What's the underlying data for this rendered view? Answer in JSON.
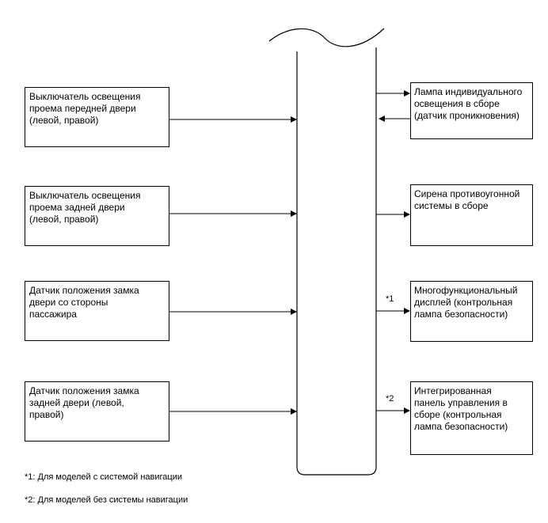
{
  "inputs": [
    {
      "lines": [
        "Выключатель освещения",
        "проема передней двери",
        "(левой, правой)"
      ]
    },
    {
      "lines": [
        "Выключатель освещения",
        "проема задней двери",
        "(левой, правой)"
      ]
    },
    {
      "lines": [
        "Датчик положения замка",
        "двери со стороны",
        "пассажира"
      ]
    },
    {
      "lines": [
        "Датчик положения замка",
        "задней двери (левой,",
        "правой)"
      ]
    }
  ],
  "outputs": [
    {
      "lines": [
        "Лампа индивидуального",
        "освещения в сборе",
        "(датчик проникновения)"
      ],
      "marker": ""
    },
    {
      "lines": [
        "Сирена противоугонной",
        "системы в сборе"
      ],
      "marker": ""
    },
    {
      "lines": [
        "Многофункциональный",
        "дисплей (контрольная",
        "лампа безопасности)"
      ],
      "marker": "*1"
    },
    {
      "lines": [
        "Интегрированная",
        "панель управления в",
        "сборе (контрольная",
        "лампа безопасности)"
      ],
      "marker": "*2"
    }
  ],
  "notes": [
    "*1: Для моделей с системой навигации",
    "*2: Для моделей без системы навигации"
  ]
}
